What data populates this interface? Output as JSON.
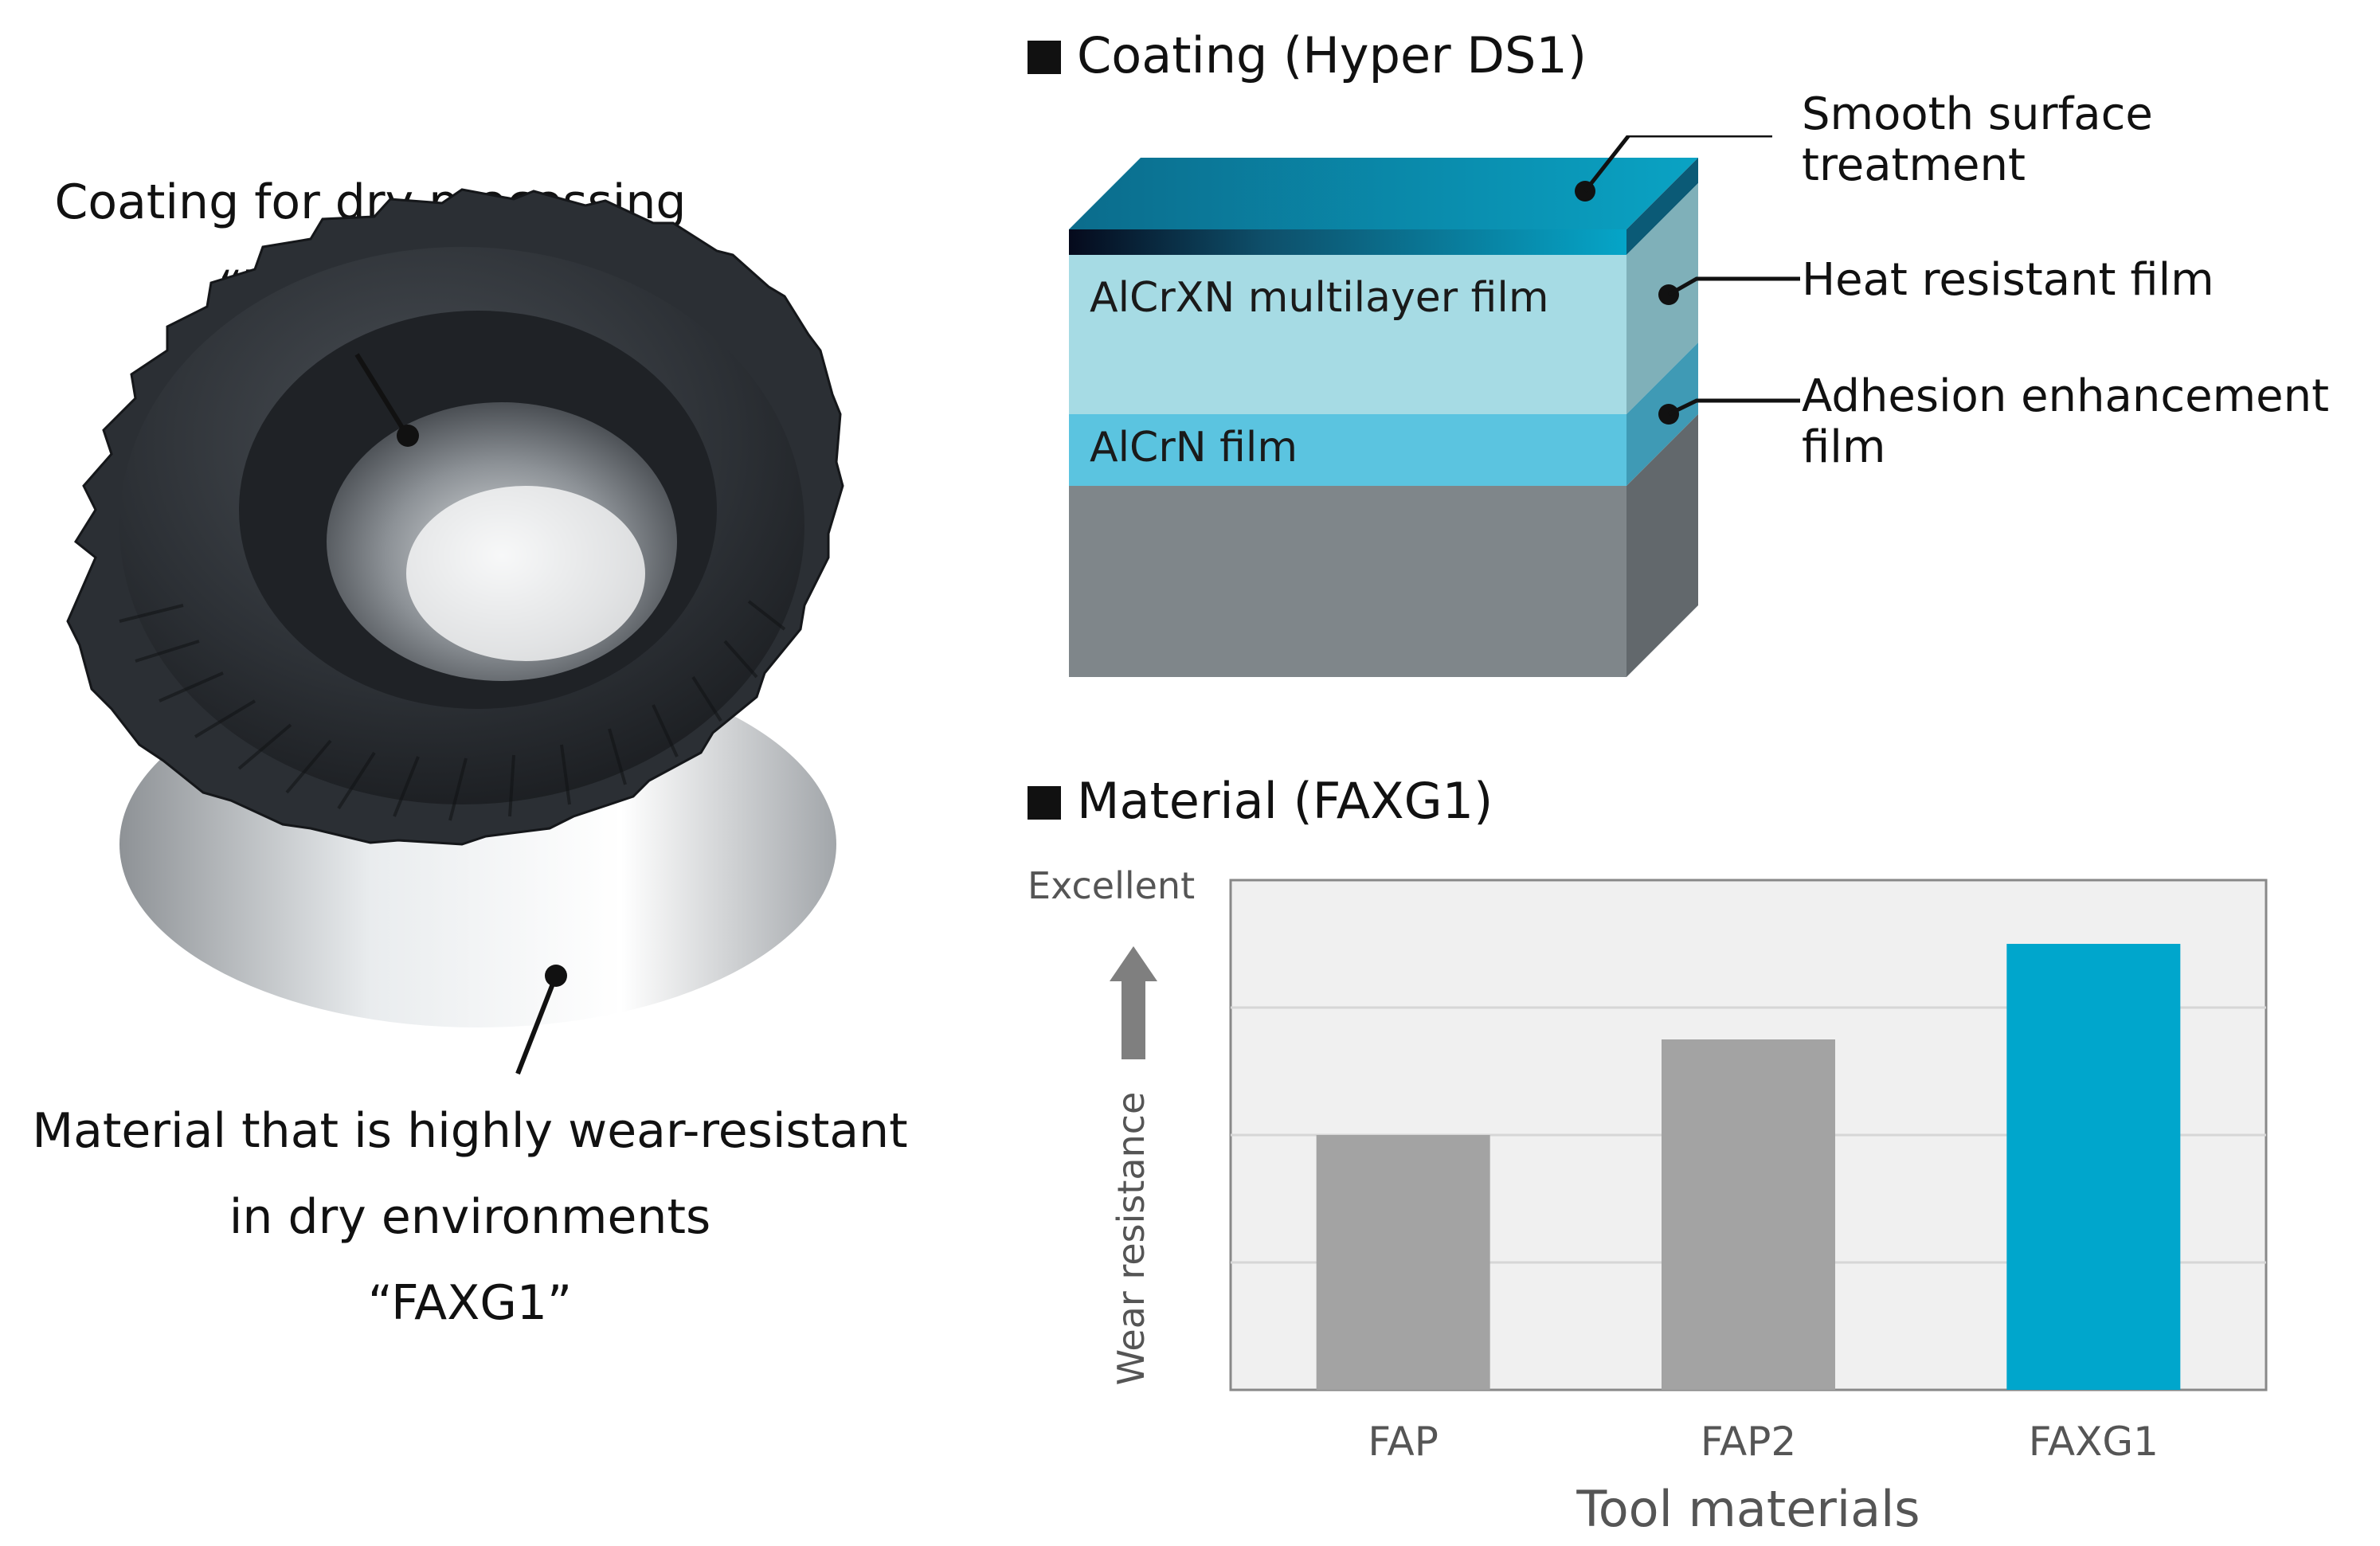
{
  "gear": {
    "coating_caption": {
      "line1": "Coating for dry processing",
      "line2": "“Hyper DS1”"
    },
    "material_caption": {
      "line1": "Material that is highly wear-resistant",
      "line2": "in dry environments",
      "line3": "“FAXG1”"
    }
  },
  "coating_section": {
    "title": "Coating (Hyper DS1)",
    "layers": {
      "multilayer": "AlCrXN multilayer film",
      "base": "AlCrN film"
    },
    "callouts": {
      "smooth": {
        "line1": "Smooth surface",
        "line2": "treatment"
      },
      "heat": "Heat resistant film",
      "adhesion": {
        "line1": "Adhesion enhancement",
        "line2": "film"
      }
    },
    "colors": {
      "top": "#0096bb",
      "multilayer": "#a6dbe4",
      "adhesion": "#5bc4e0",
      "substrate": "#7f868a"
    }
  },
  "material_section": {
    "title": "Material (FAXG1)"
  },
  "chart_data": {
    "type": "bar",
    "categories": [
      "FAP",
      "FAP2",
      "FAXG1"
    ],
    "values": [
      2,
      2.75,
      3.5
    ],
    "ylim": [
      0,
      4
    ],
    "top_label": "Excellent",
    "ylabel": "Wear resistance",
    "xlabel": "Tool materials",
    "grid": true,
    "colors": [
      "#a3a3a3",
      "#a3a3a3",
      "#00a6cc"
    ]
  }
}
